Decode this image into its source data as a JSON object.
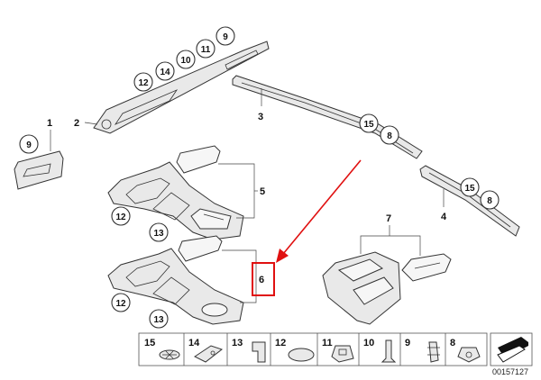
{
  "labels": {
    "p1": "1",
    "p2": "2",
    "p3": "3",
    "p4": "4",
    "p5": "5",
    "p6": "6",
    "p7": "7"
  },
  "bubbles": {
    "top9": "9",
    "top11": "11",
    "top10": "10",
    "top14": "14",
    "top12": "12",
    "left9": "9",
    "r15a": "15",
    "r8a": "8",
    "r15b": "15",
    "r8b": "8",
    "c12a": "12",
    "c13a": "13",
    "c12b": "12",
    "c13b": "13"
  },
  "legend": [
    "15",
    "14",
    "13",
    "12",
    "11",
    "10",
    "9",
    "8"
  ],
  "diagram_id": "00157127",
  "colors": {
    "highlight": "#e01010"
  }
}
